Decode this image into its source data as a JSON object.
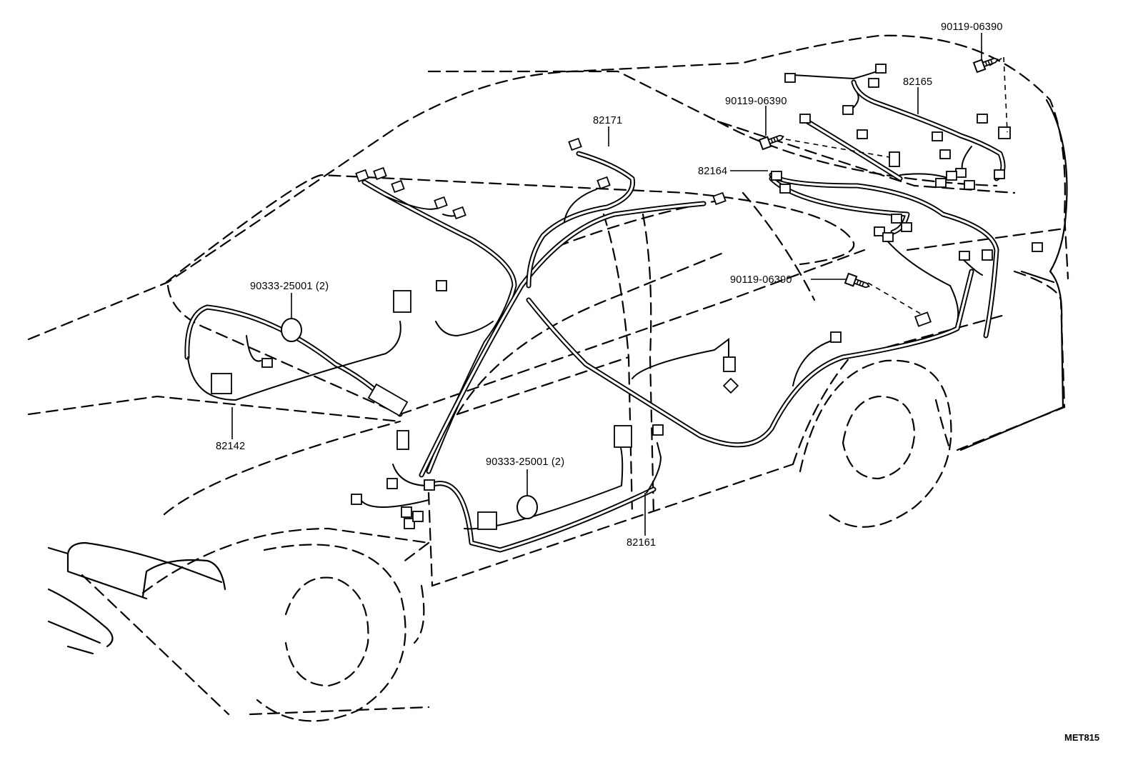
{
  "labels": {
    "bolt_top_right": "90119-06390",
    "part_82165": "82165",
    "bolt_mid_upper": "90119-06390",
    "part_82171": "82171",
    "part_82164": "82164",
    "grommet_front": "90333-25001 (2)",
    "bolt_mid_lower": "90119-06390",
    "part_82142": "82142",
    "grommet_door": "90333-25001 (2)",
    "part_82161": "82161"
  },
  "figure_code": "MET815"
}
